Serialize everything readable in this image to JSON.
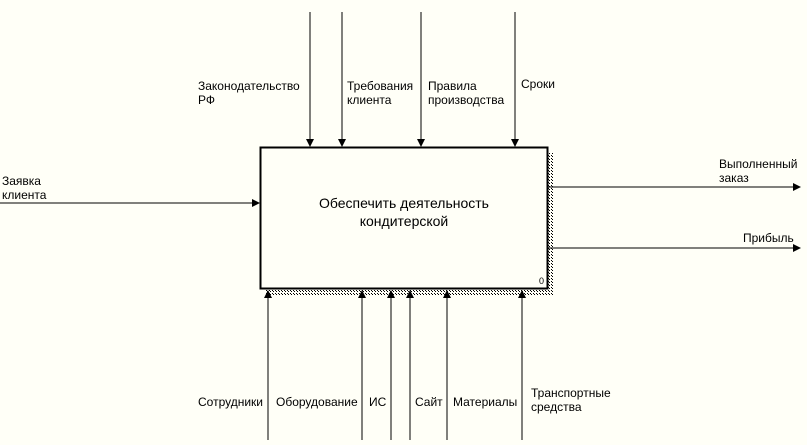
{
  "activity": {
    "title": "Обеспечить деятельность\nкондитерской",
    "number": "0"
  },
  "controls": [
    "Законодательство\nРФ",
    "Требования\nклиента",
    "Правила\nпроизводства",
    "Сроки"
  ],
  "inputs": [
    "Заявка\nклиента"
  ],
  "outputs": [
    "Выполненный\nзаказ",
    "Прибыль"
  ],
  "mechanisms": [
    "Сотрудники",
    "Оборудование",
    "ИС",
    "Сайт",
    "Материалы",
    "Транспортные\nсредства"
  ],
  "colors": {
    "background": "#fffff7",
    "line": "#000000"
  }
}
